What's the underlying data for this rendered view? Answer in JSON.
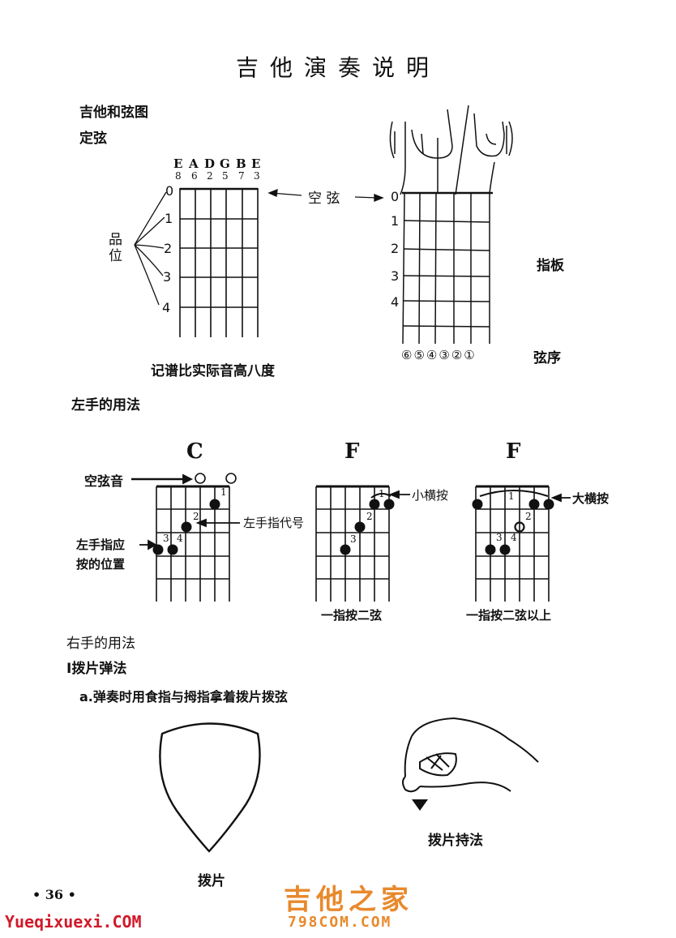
{
  "title": "吉他演奏说明",
  "section1": {
    "heading": "吉他和弦图",
    "sub": "定弦"
  },
  "tuning": {
    "letters": [
      "E",
      "A",
      "D",
      "G",
      "B",
      "E"
    ],
    "numbers": [
      "8",
      "6",
      "2",
      "5",
      "7",
      "3"
    ]
  },
  "frets": [
    "0",
    "1",
    "2",
    "3",
    "4"
  ],
  "pinwei": "品位",
  "kongxian": "空 弦",
  "neck_frets": [
    "0",
    "1",
    "2",
    "3",
    "4"
  ],
  "zhiban": "指板",
  "xianxu": "弦序",
  "string_order": [
    "⑥",
    "⑤",
    "④",
    "③",
    "②",
    "①"
  ],
  "note_octave": "记谱比实际音高八度",
  "left_hand": {
    "heading": "左手的用法"
  },
  "chords": [
    {
      "name": "C"
    },
    {
      "name": "F"
    },
    {
      "name": "F"
    }
  ],
  "chord_labels": {
    "open_string": "空弦音",
    "finger_code": "左手指代号",
    "press_position": "左手指应\n按的位置",
    "small_barre": "小横按",
    "big_barre": "大横按",
    "one_finger_two": "一指按二弦",
    "one_finger_more": "一指按二弦以上"
  },
  "finger_numbers": [
    "1",
    "2",
    "3",
    "4"
  ],
  "right_hand": {
    "heading": "右手的用法",
    "sub": "Ⅰ拨片弹法",
    "point_a": "a.弹奏时用食指与拇指拿着拨片拨弦"
  },
  "pick_caption": "拨片",
  "pick_hold_caption": "拨片持法",
  "page_number": "• 36 •",
  "watermark": {
    "cn": "吉他之家",
    "site1": "798COM.COM",
    "site2": "Yueqixuexi.COM"
  }
}
